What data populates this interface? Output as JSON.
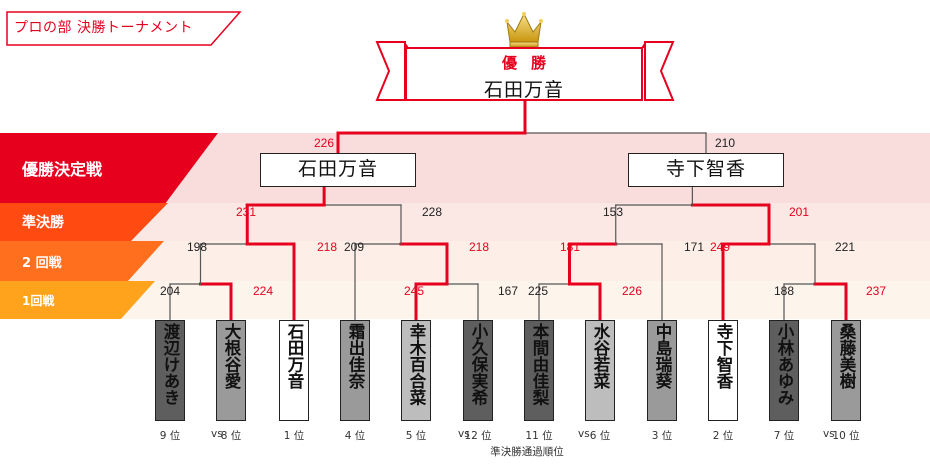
{
  "title": "プロの部 決勝トーナメント",
  "winner": {
    "heading": "優勝",
    "name": "石田万音"
  },
  "final": {
    "left": {
      "name": "石田万音",
      "score": "226"
    },
    "right": {
      "name": "寺下智香",
      "score": "210"
    }
  },
  "rounds": [
    {
      "label": "優勝決定戦",
      "color": "#e6001e"
    },
    {
      "label": "準決勝",
      "color": "#ff4a12"
    },
    {
      "label": "2 回戦",
      "color": "#ff6f1e"
    },
    {
      "label": "1回戦",
      "color": "#ffa31c"
    }
  ],
  "players": [
    {
      "name": "渡辺けあき",
      "rank": "9 位",
      "style": "dark"
    },
    {
      "name": "大根谷愛",
      "rank": "8 位",
      "style": "medium"
    },
    {
      "name": "石田万音",
      "rank": "1 位",
      "style": "white"
    },
    {
      "name": "霜出佳奈",
      "rank": "4 位",
      "style": "medium"
    },
    {
      "name": "幸木百合菜",
      "rank": "5 位",
      "style": "light"
    },
    {
      "name": "小久保実希",
      "rank": "12 位",
      "style": "dark"
    },
    {
      "name": "本間由佳梨",
      "rank": "11 位",
      "style": "dark"
    },
    {
      "name": "水谷若菜",
      "rank": "6 位",
      "style": "light"
    },
    {
      "name": "中島瑞葵",
      "rank": "3 位",
      "style": "medium"
    },
    {
      "name": "寺下智香",
      "rank": "2 位",
      "style": "white"
    },
    {
      "name": "小林あゆみ",
      "rank": "7 位",
      "style": "dark"
    },
    {
      "name": "桑藤美樹",
      "rank": "10 位",
      "style": "medium"
    }
  ],
  "vs_label": "vs",
  "footer": "準決勝通過順位",
  "scores": {
    "r1": [
      "204",
      "224",
      "245",
      "167",
      "225",
      "226",
      "188",
      "237"
    ],
    "r2": [
      "198",
      "218",
      "209",
      "218",
      "181",
      "171",
      "249",
      "221"
    ],
    "sf": [
      "231",
      "228",
      "153",
      "201"
    ]
  },
  "colors": {
    "accent": "#e6001e",
    "line": "#555555"
  }
}
